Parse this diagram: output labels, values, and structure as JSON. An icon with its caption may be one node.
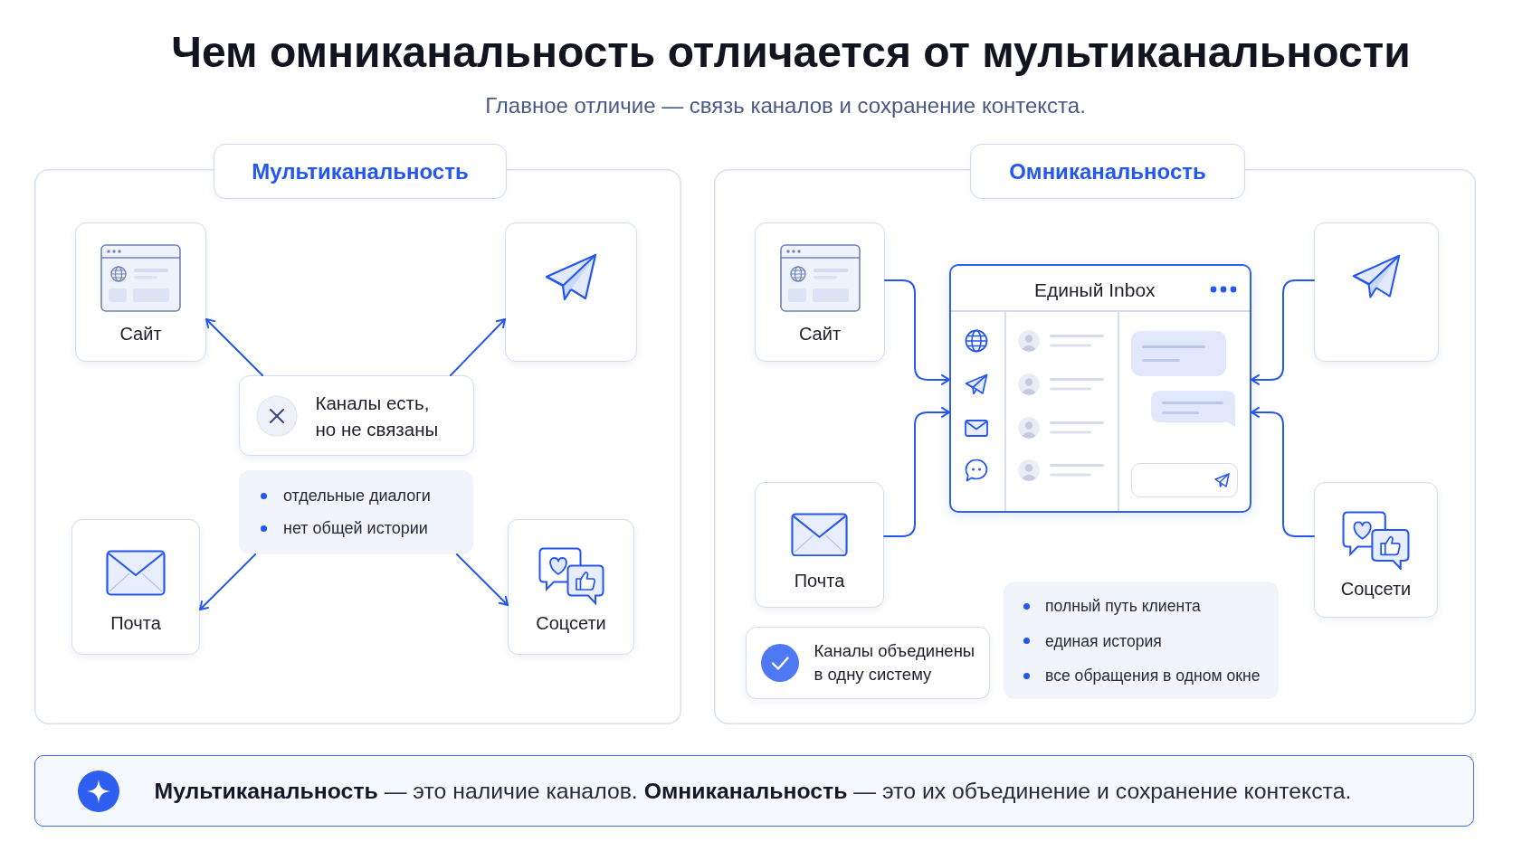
{
  "diagram": {
    "title": "Чем омниканальность отличается от мультиканальности",
    "nodes": [
      {
        "text": [
          "Мультиканальность"
        ]
      },
      {
        "text": [
          "Сайт"
        ],
        "in": 0
      },
      {
        "text": [],
        "shape": "box",
        "in": 0
      },
      {
        "text": [
          "Каналы есть, но не связаны"
        ],
        "in": 0
      },
      {
        "text": [
          "отдельные диалоги",
          "нет общей истории"
        ],
        "in": 0
      },
      {
        "text": [
          "Почта"
        ],
        "in": 0
      },
      {
        "text": [
          "Соцсети"
        ],
        "in": 0
      },
      {
        "text": [
          "Омниканальность"
        ]
      },
      {
        "text": [
          "Сайт"
        ],
        "in": 7
      },
      {
        "text": [
          "Единый Inbox"
        ],
        "in": 7
      },
      {
        "text": [],
        "shape": "box",
        "in": 7
      },
      {
        "text": [
          "Почта"
        ],
        "in": 7
      },
      {
        "text": [
          "Соцсети"
        ],
        "in": 7
      },
      {
        "text": [
          "Каналы объединены в одну систему"
        ],
        "in": 7
      },
      {
        "text": [
          "полный путь клиента",
          "единая история",
          "все обращения в одном окне"
        ],
        "in": 7
      },
      {
        "text": [
          "**Мультиканальность** — это наличие каналов. **Омниканальность** — это их объединение и сохранение контекста."
        ]
      }
    ],
    "edges": [
      {
        "from": 3,
        "to": 1,
        "arrow": "to"
      },
      {
        "from": 3,
        "to": 2,
        "arrow": "to"
      },
      {
        "from": 4,
        "to": 5,
        "arrow": "to"
      },
      {
        "from": 4,
        "to": 6,
        "arrow": "to"
      },
      {
        "from": 8,
        "to": 9,
        "arrow": "to"
      },
      {
        "from": 11,
        "to": 9,
        "arrow": "to"
      },
      {
        "from": 10,
        "to": 9,
        "arrow": "to"
      },
      {
        "from": 12,
        "to": 9,
        "arrow": "to"
      }
    ],
    "labels": [
      "Главное отличие — связь каналов и сохранение контекста."
    ]
  }
}
